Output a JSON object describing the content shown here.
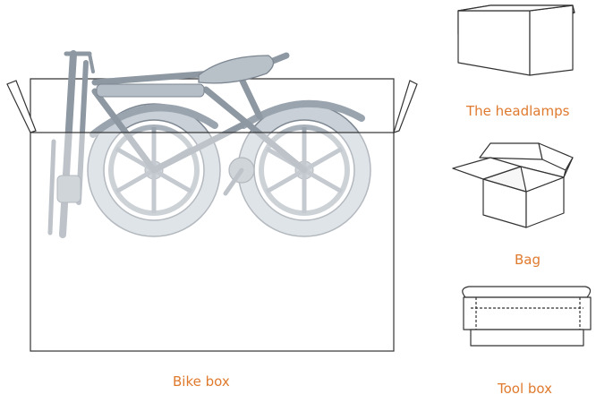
{
  "labels": {
    "bike_box": "Bike box",
    "headlamps": "The headlamps",
    "bag": "Bag",
    "tool_box": "Tool box"
  },
  "colors": {
    "label": "#e07a2e",
    "outline": "#333333",
    "bike_fill": "#c7ced6",
    "bike_stroke": "#7a8590",
    "bike_dark": "#9aa4ae"
  },
  "icons": {
    "bike": "folding-fat-tire-bike-icon",
    "headlamp_box": "closed-box-icon",
    "bag_box": "open-box-icon",
    "tool_box": "flat-tray-box-icon"
  }
}
